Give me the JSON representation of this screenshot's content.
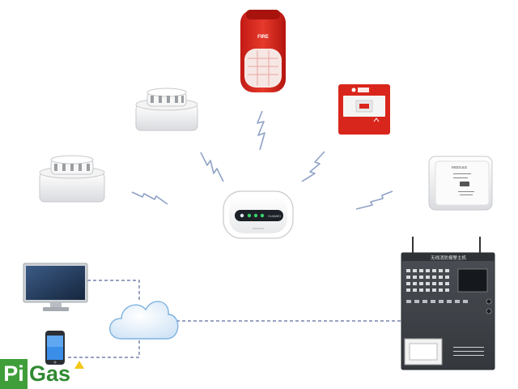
{
  "diagram": {
    "nodes": [
      {
        "id": "strobe-siren",
        "kind": "device",
        "icon": "siren-strobe-icon",
        "label": "FIRE"
      },
      {
        "id": "smoke-detector-top",
        "kind": "device",
        "icon": "smoke-detector-icon"
      },
      {
        "id": "smoke-detector-left",
        "kind": "device",
        "icon": "smoke-detector-icon"
      },
      {
        "id": "manual-call-point",
        "kind": "device",
        "icon": "manual-call-point-icon"
      },
      {
        "id": "wireless-module",
        "kind": "device",
        "icon": "wireless-module-icon",
        "label": "MODULE"
      },
      {
        "id": "wireless-router",
        "kind": "hub",
        "icon": "router-icon",
        "label": "HUAWEI"
      },
      {
        "id": "fire-alarm-panel",
        "kind": "controller",
        "icon": "fire-alarm-panel-icon",
        "label": "无线消防报警主机"
      },
      {
        "id": "cloud",
        "kind": "network",
        "icon": "cloud-icon"
      },
      {
        "id": "monitor",
        "kind": "terminal",
        "icon": "monitor-icon"
      },
      {
        "id": "smartphone",
        "kind": "terminal",
        "icon": "smartphone-icon"
      }
    ],
    "edges": [
      {
        "from": "strobe-siren",
        "to": "wireless-router",
        "style": "wireless"
      },
      {
        "from": "smoke-detector-top",
        "to": "wireless-router",
        "style": "wireless"
      },
      {
        "from": "smoke-detector-left",
        "to": "wireless-router",
        "style": "wireless"
      },
      {
        "from": "manual-call-point",
        "to": "wireless-router",
        "style": "wireless"
      },
      {
        "from": "wireless-module",
        "to": "wireless-router",
        "style": "wireless"
      },
      {
        "from": "monitor",
        "to": "cloud",
        "style": "dashed"
      },
      {
        "from": "smartphone",
        "to": "cloud",
        "style": "dashed"
      },
      {
        "from": "cloud",
        "to": "fire-alarm-panel",
        "style": "dashed"
      }
    ]
  },
  "logo": {
    "pi": "Pi",
    "gas": "Gas",
    "badge": "ex-hazard-icon"
  },
  "colors": {
    "alarm_red": "#d9261c",
    "lightning_blue": "#8fa2c6",
    "link_dash": "#5b6a9a",
    "logo_green": "#3f9e3a",
    "panel_dark": "#3d4146"
  }
}
